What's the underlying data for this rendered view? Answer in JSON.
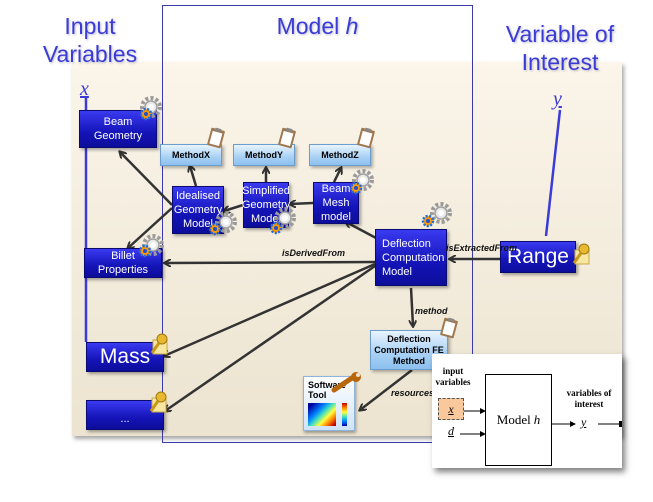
{
  "headings": {
    "input_variables": [
      "Input",
      "Variables"
    ],
    "model": "Model ",
    "model_symbol": "h",
    "variable_of_interest": [
      "Variable of",
      "Interest"
    ],
    "x_symbol": "x",
    "y_symbol": "y"
  },
  "input_nodes": {
    "beam_geometry": [
      "Beam",
      "Geometry"
    ],
    "billet_properties": [
      "Billet",
      "Properties"
    ],
    "mass": "Mass",
    "ellipsis": "..."
  },
  "methods": {
    "method_x": "MethodX",
    "method_y": "MethodY",
    "method_z": "MethodZ",
    "fe_method": [
      "Deflection",
      "Computation FE",
      "Method"
    ]
  },
  "model_nodes": {
    "idealised": [
      "Idealised",
      "Geometry",
      "Model"
    ],
    "simplified": [
      "Simplified",
      "Geometry",
      "Model"
    ],
    "beam_mesh": [
      "Beam",
      "Mesh",
      "model"
    ],
    "deflection": [
      "Deflection",
      "Computation",
      "Model"
    ]
  },
  "output_nodes": {
    "range": "Range"
  },
  "relations": {
    "is_derived_from": "isDerivedFrom",
    "is_extracted_from": "isExtractedFrom",
    "method": "method",
    "resources": "resources"
  },
  "software_tool": [
    "Software",
    "Tool"
  ],
  "inset": {
    "input_label": [
      "input",
      "variables"
    ],
    "x": "x",
    "d": "d",
    "model": "Model ",
    "model_symbol": "h",
    "output_label": [
      "variables of",
      "interest"
    ],
    "y": "y"
  },
  "colors": {
    "heading": "#3b3bd6",
    "node": "#1414b8",
    "method": "#a8d0f4",
    "panel": "#f5eedf",
    "x_box": "#f9c89c"
  }
}
